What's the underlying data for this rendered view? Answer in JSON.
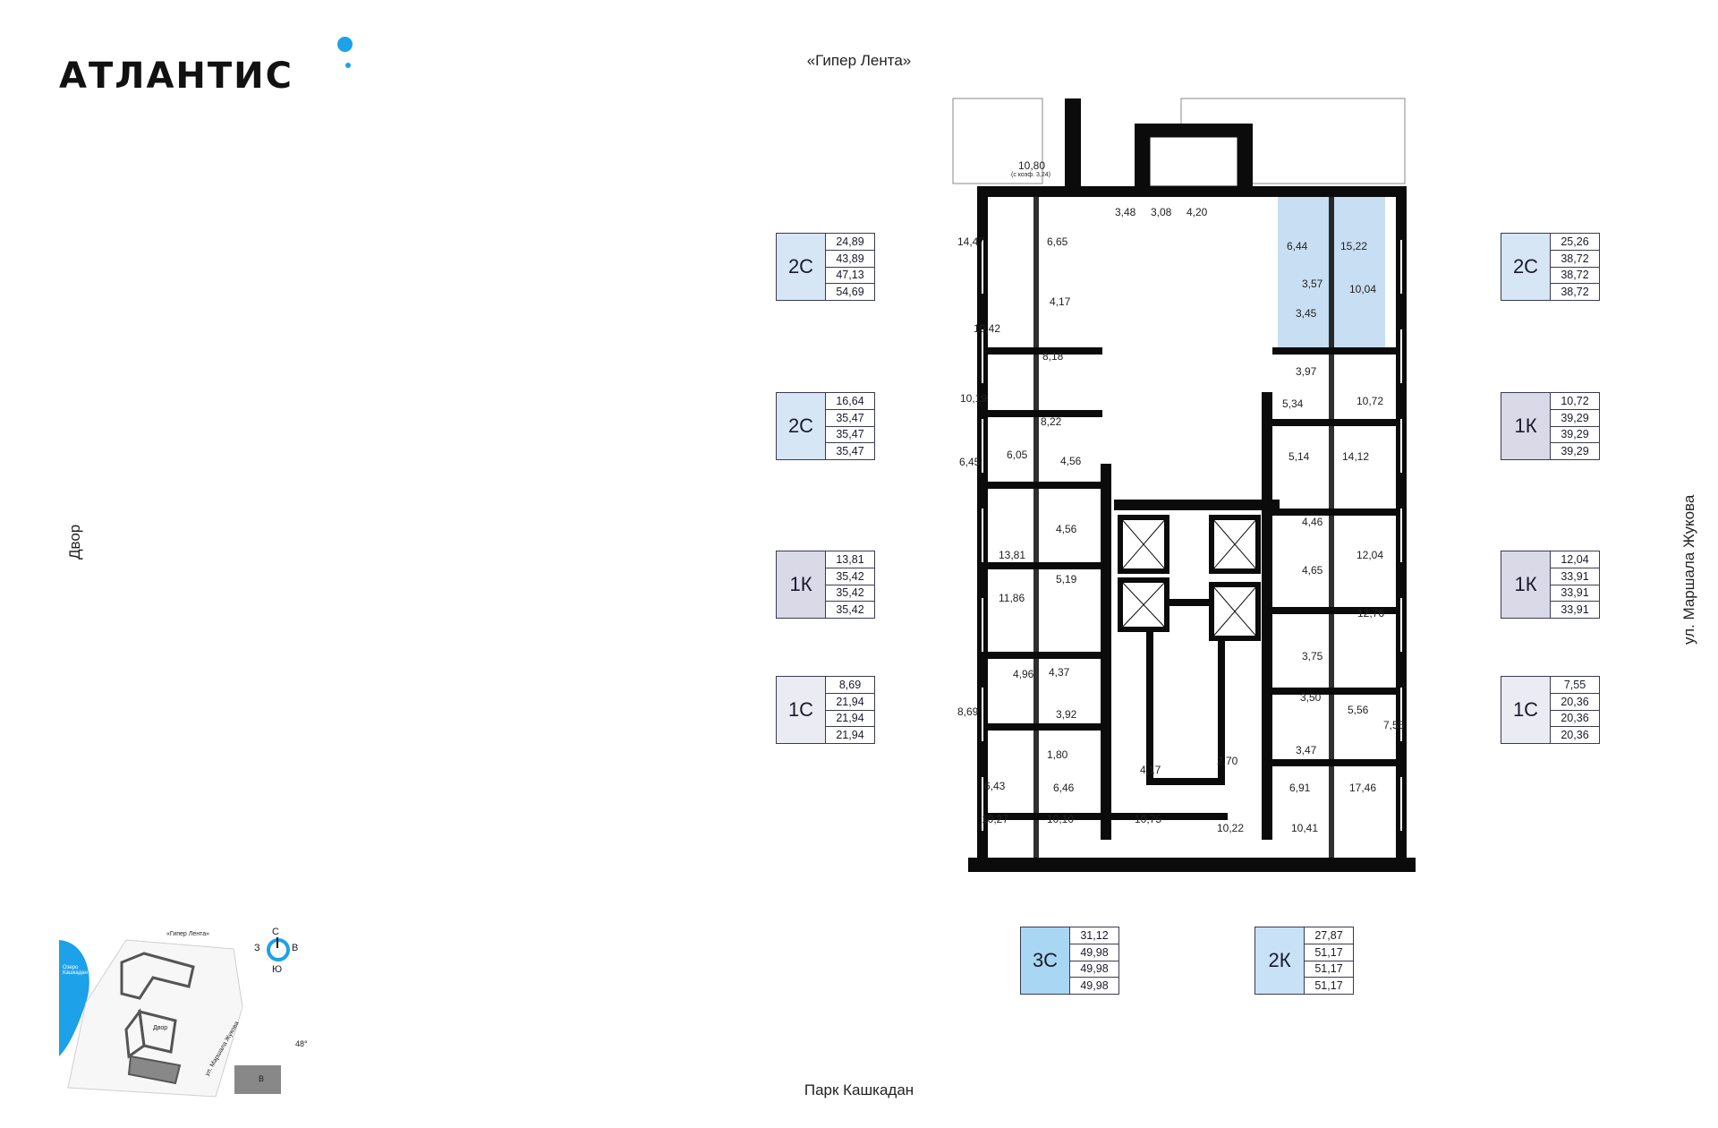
{
  "brand": {
    "name": "АТЛАНТИС",
    "dot_color": "#1da1e8"
  },
  "streets": {
    "top": "«Гипер Лента»",
    "bottom": "Парк Кашкадан",
    "left": "Двор",
    "right": "ул. Маршала Жукова"
  },
  "colors": {
    "c2_fill": "#d6e6f5",
    "k1_fill": "#d9d9e8",
    "c1_fill": "#ebebf3",
    "c3_fill": "#a9d6f2",
    "k2_fill": "#c9e1f7",
    "wall": "#0b0b0b",
    "highlight": "#c8def2"
  },
  "apartments_left": [
    {
      "type": "2С",
      "values": [
        "24,89",
        "43,89",
        "47,13",
        "54,69"
      ],
      "color": "#d6e6f5"
    },
    {
      "type": "2С",
      "values": [
        "16,64",
        "35,47",
        "35,47",
        "35,47"
      ],
      "color": "#d6e6f5"
    },
    {
      "type": "1К",
      "values": [
        "13,81",
        "35,42",
        "35,42",
        "35,42"
      ],
      "color": "#d9d9e8"
    },
    {
      "type": "1С",
      "values": [
        "8,69",
        "21,94",
        "21,94",
        "21,94"
      ],
      "color": "#ebebf3"
    }
  ],
  "apartments_right": [
    {
      "type": "2С",
      "values": [
        "25,26",
        "38,72",
        "38,72",
        "38,72"
      ],
      "color": "#d6e6f5"
    },
    {
      "type": "1К",
      "values": [
        "10,72",
        "39,29",
        "39,29",
        "39,29"
      ],
      "color": "#d9d9e8"
    },
    {
      "type": "1К",
      "values": [
        "12,04",
        "33,91",
        "33,91",
        "33,91"
      ],
      "color": "#d9d9e8"
    },
    {
      "type": "1С",
      "values": [
        "7,55",
        "20,36",
        "20,36",
        "20,36"
      ],
      "color": "#ebebf3"
    }
  ],
  "apartments_bottom": [
    {
      "type": "3С",
      "values": [
        "31,12",
        "49,98",
        "49,98",
        "49,98"
      ],
      "color": "#a9d6f2"
    },
    {
      "type": "2К",
      "values": [
        "27,87",
        "51,17",
        "51,17",
        "51,17"
      ],
      "color": "#c9e1f7"
    }
  ],
  "rooms": [
    {
      "label": "10,80"
    },
    {
      "label": "(с коэф. 3,24)"
    },
    {
      "label": "14,47"
    },
    {
      "label": "6,65"
    },
    {
      "label": "3,48"
    },
    {
      "label": "3,08"
    },
    {
      "label": "4,20"
    },
    {
      "label": "6,44"
    },
    {
      "label": "15,22"
    },
    {
      "label": "3,57"
    },
    {
      "label": "10,04"
    },
    {
      "label": "3,45"
    },
    {
      "label": "10,42"
    },
    {
      "label": "4,17"
    },
    {
      "label": "8,18"
    },
    {
      "label": "10,19"
    },
    {
      "label": "8,22"
    },
    {
      "label": "3,97"
    },
    {
      "label": "5,34"
    },
    {
      "label": "10,72"
    },
    {
      "label": "6,45"
    },
    {
      "label": "6,05"
    },
    {
      "label": "4,56"
    },
    {
      "label": "5,14"
    },
    {
      "label": "14,12"
    },
    {
      "label": "4,56"
    },
    {
      "label": "13,81"
    },
    {
      "label": "4,46"
    },
    {
      "label": "12,04"
    },
    {
      "label": "5,19"
    },
    {
      "label": "4,65"
    },
    {
      "label": "11,86"
    },
    {
      "label": "12,76"
    },
    {
      "label": "4,96"
    },
    {
      "label": "4,37"
    },
    {
      "label": "3,75"
    },
    {
      "label": "8,69"
    },
    {
      "label": "3,92"
    },
    {
      "label": "3,50"
    },
    {
      "label": "5,56"
    },
    {
      "label": "7,55"
    },
    {
      "label": "1,80"
    },
    {
      "label": "4,17"
    },
    {
      "label": "2,70"
    },
    {
      "label": "3,47"
    },
    {
      "label": "6,43"
    },
    {
      "label": "6,46"
    },
    {
      "label": "6,91"
    },
    {
      "label": "17,46"
    },
    {
      "label": "10,27"
    },
    {
      "label": "10,10"
    },
    {
      "label": "10,75"
    },
    {
      "label": "10,22"
    },
    {
      "label": "10,41"
    }
  ],
  "minimap": {
    "top_label": "«Гипер Лента»",
    "lake_label": "Озеро Кашкадан",
    "yard_label": "Двор",
    "street_label": "ул. Маршала Жукова",
    "section_label": "В",
    "angle_label": "48°",
    "compass": {
      "n": "С",
      "s": "Ю",
      "w": "З",
      "e": "В"
    }
  }
}
